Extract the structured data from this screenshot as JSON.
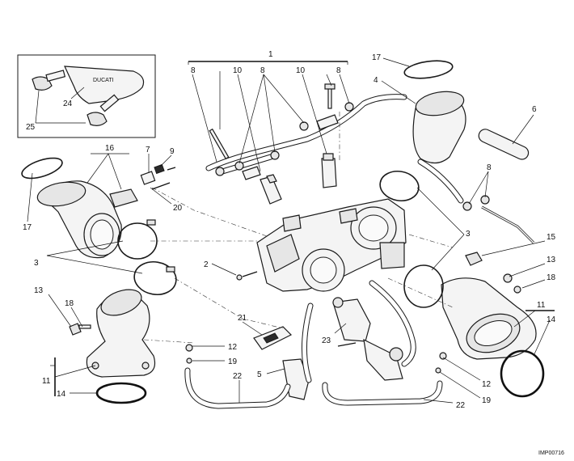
{
  "diagram": {
    "code": "IMP00716",
    "kit_text": "DUCATI",
    "labels": {
      "l1": "1",
      "l4": "4",
      "l5": "5",
      "l6": "6",
      "l7": "7",
      "l8a": "8",
      "l8b": "8",
      "l8c": "8",
      "l8d": "8",
      "l9": "9",
      "l10a": "10",
      "l10b": "10",
      "l11a": "11",
      "l11b": "11",
      "l12a": "12",
      "l12b": "12",
      "l13a": "13",
      "l13b": "13",
      "l14a": "14",
      "l14b": "14",
      "l15": "15",
      "l16": "16",
      "l17a": "17",
      "l17b": "17",
      "l18a": "18",
      "l18b": "18",
      "l19a": "19",
      "l19b": "19",
      "l20": "20",
      "l21": "21",
      "l22a": "22",
      "l22b": "22",
      "l23": "23",
      "l24": "24",
      "l25": "25",
      "l2": "2",
      "l3a": "3",
      "l3b": "3"
    }
  }
}
